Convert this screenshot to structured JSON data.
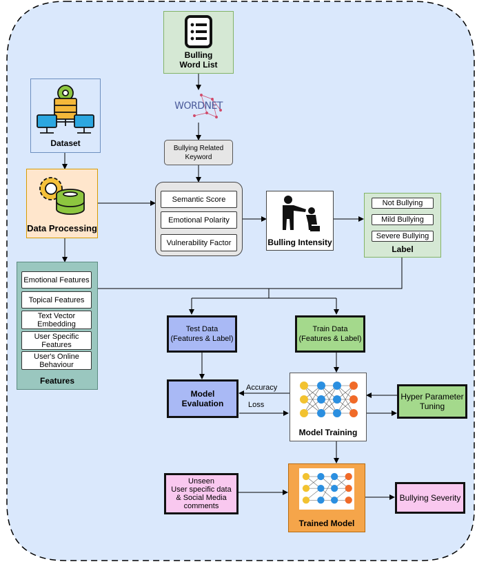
{
  "nodes": {
    "bulling_word_list": "Bulling\nWord List",
    "wordnet_logo": "WORDNET",
    "bullying_related_keyword": "Bullying Related\nKeyword",
    "dataset": "Dataset",
    "data_processing": "Data Processing",
    "semantic_score": "Semantic Score",
    "emotional_polarity": "Emotional Polarity",
    "vulnerability_factor": "Vulnerability Factor",
    "bulling_intensity": "Bulling Intensity",
    "label_title": "Label",
    "label_items": [
      "Not Bullying",
      "Mild Bullying",
      "Severe Bullying"
    ],
    "features_title": "Features",
    "feature_items": [
      "Emotional Features",
      "Topical Features",
      "Text Vector\nEmbedding",
      "User Specific\nFeatures",
      "User's Online\nBehaviour"
    ],
    "test_data": "Test Data\n(Features & Label)",
    "train_data": "Train Data\n(Features & Label)",
    "model_evaluation": "Model Evaluation",
    "model_training": "Model Training",
    "hyper_parameter_tuning": "Hyper Parameter\nTuning",
    "unseen_data": "Unseen\nUser specific data\n& Social Media\ncomments",
    "trained_model": "Trained Model",
    "bullying_severity": "Bullying Severity"
  },
  "edges": {
    "accuracy": "Accuracy",
    "loss": "Loss"
  },
  "colors": {
    "background_region": "#dae8fc",
    "green_fill": "#d5e8d4",
    "green_border": "#82b366",
    "blue_fill": "#dae8fc",
    "blue_border": "#6c8ebf",
    "orange_fill": "#ffe6cc",
    "orange_border": "#d79b00",
    "features_fill": "#9ac7bf",
    "purple_fill": "#a9b9f5",
    "bright_green_fill": "#a4d98c",
    "pink_fill": "#f9c8ef",
    "trained_orange": "#f5a54a",
    "neuron_yellow": "#f2c230",
    "neuron_blue": "#2b8fe0",
    "neuron_orange": "#f06a28"
  }
}
